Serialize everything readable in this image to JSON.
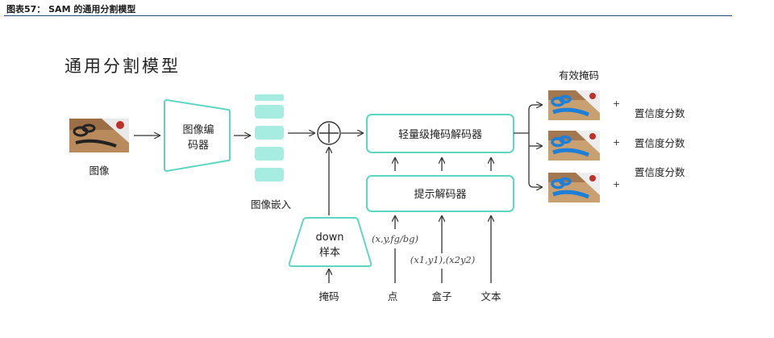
{
  "caption": "图表57： SAM 的通用分割模型",
  "diagram": {
    "title": "通用分割模型",
    "image_label": "图像",
    "encoder_label_line1": "图像编",
    "encoder_label_line2": "码器",
    "embedding_label": "图像嵌入",
    "mask_decoder_label": "轻量级掩码解码器",
    "prompt_decoder_label": "提示解码器",
    "down_label_line1": "down",
    "down_label_line2": "样本",
    "mask_input_label": "掩码",
    "point_label": "点",
    "box_label": "盒子",
    "text_label": "文本",
    "point_math": "(x,y,fg/bg)",
    "box_math": "(x1,y1),(x2y2)",
    "valid_masks_label": "有效掩码",
    "scores": [
      "置信度分数",
      "置信度分数",
      "置信度分数"
    ],
    "colors": {
      "teal": "#5fd6c2",
      "teal_light": "#a6ece0",
      "arrow": "#333333"
    }
  }
}
